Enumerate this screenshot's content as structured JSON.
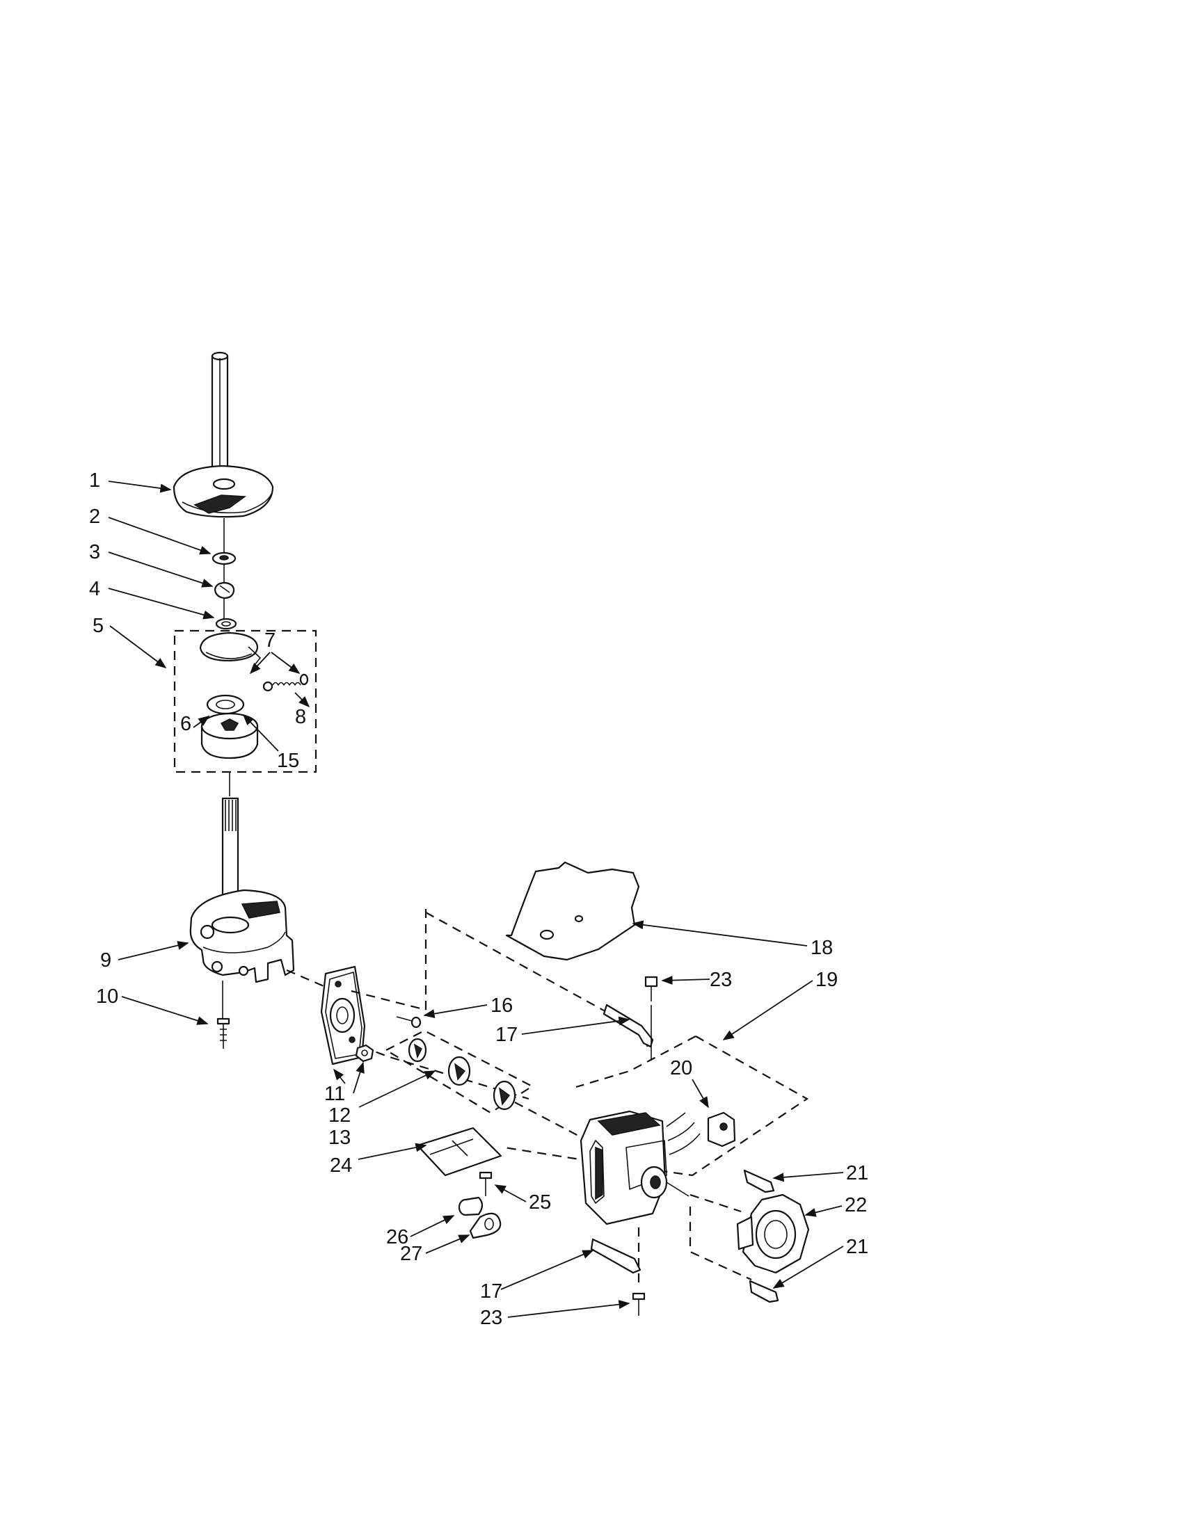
{
  "callouts": {
    "c1": "1",
    "c2": "2",
    "c3": "3",
    "c4": "4",
    "c5": "5",
    "c6": "6",
    "c7": "7",
    "c8": "8",
    "c15": "15",
    "c9": "9",
    "c10": "10",
    "c11": "11",
    "c12": "12",
    "c13": "13",
    "c16": "16",
    "c17a": "17",
    "c17b": "17",
    "c18": "18",
    "c19": "19",
    "c20": "20",
    "c21a": "21",
    "c21b": "21",
    "c22": "22",
    "c23a": "23",
    "c23b": "23",
    "c24": "24",
    "c25": "25",
    "c26": "26",
    "c27": "27"
  }
}
